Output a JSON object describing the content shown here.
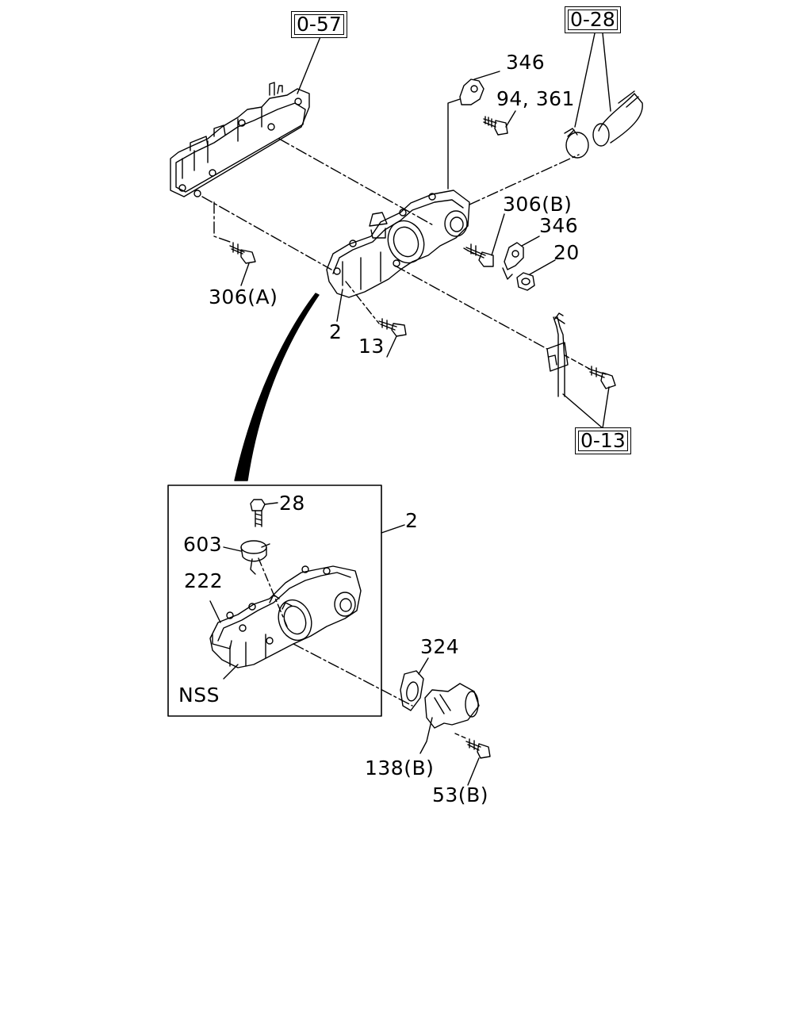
{
  "references": {
    "r057": "0-57",
    "r028": "0-28",
    "r013": "0-13"
  },
  "callouts": {
    "p346a": "346",
    "p94_361": "94, 361",
    "p306b": "306(B)",
    "p346b": "346",
    "p20": "20",
    "p306a": "306(A)",
    "p2a": "2",
    "p13": "13",
    "p28": "28",
    "p2b": "2",
    "p603": "603",
    "p222": "222",
    "pnss": "NSS",
    "p324": "324",
    "p138b": "138(B)",
    "p53b": "53(B)"
  }
}
